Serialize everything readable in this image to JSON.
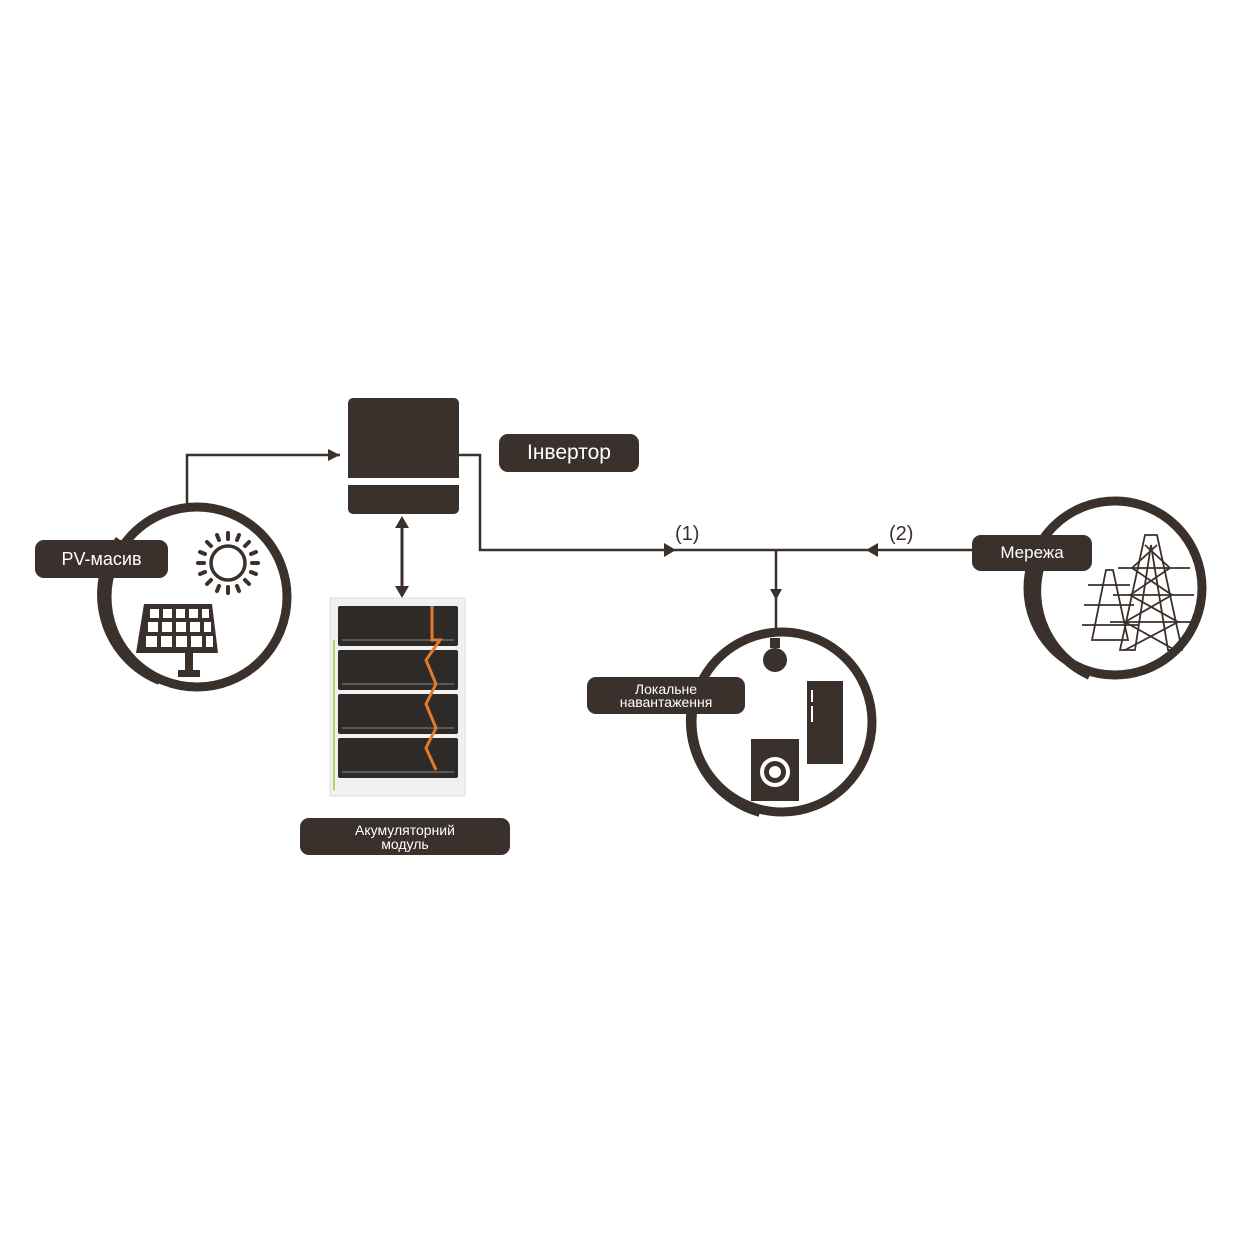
{
  "labels": {
    "pv_array": "PV-масив",
    "inverter": "Інвертор",
    "grid": "Мережа",
    "local_load_line1": "Локальне",
    "local_load_line2": "навантаження",
    "battery_line1": "Акумуляторний",
    "battery_line2": "модуль"
  },
  "flows": {
    "flow1": "(1)",
    "flow2": "(2)"
  },
  "colors": {
    "dark": "#3b312c",
    "cable": "#e07a2e",
    "accent_green": "#9acd32"
  }
}
